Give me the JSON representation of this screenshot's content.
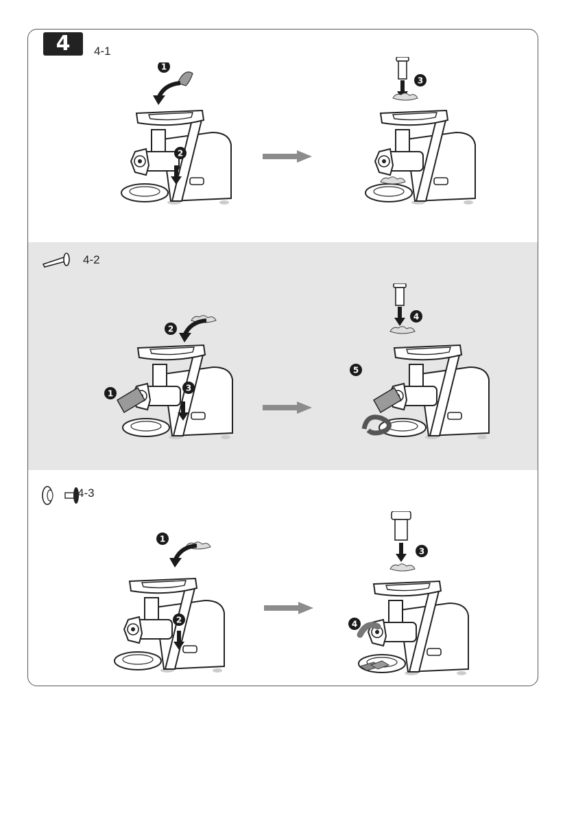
{
  "step": {
    "number": "4"
  },
  "sections": [
    {
      "label": "4-1",
      "callouts_left": [
        "1",
        "2"
      ],
      "callouts_right": [
        "3"
      ]
    },
    {
      "label": "4-2",
      "callouts_left": [
        "1",
        "2",
        "3"
      ],
      "callouts_right": [
        "4",
        "5"
      ]
    },
    {
      "label": "4-3",
      "callouts_left": [
        "1",
        "2"
      ],
      "callouts_right": [
        "3",
        "4"
      ]
    }
  ],
  "colors": {
    "frame_border": "#555555",
    "middle_band": "#e6e6e6",
    "arrow": "#8c8c8c",
    "callout": "#1a1a1a",
    "food": "#9a9a9a"
  }
}
